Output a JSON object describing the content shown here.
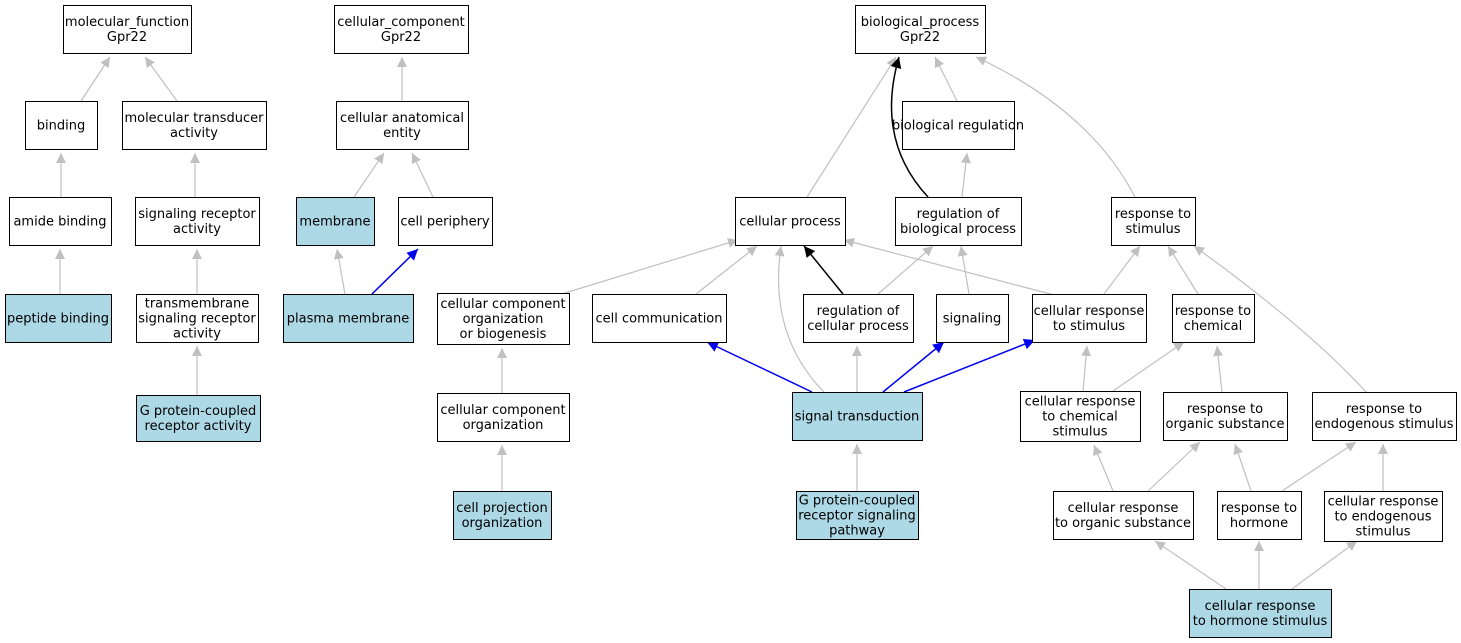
{
  "colors": {
    "highlight_fill": "#add8e6",
    "default_fill": "#ffffff",
    "edge_gray": "#c0c0c0",
    "edge_black": "#000000",
    "edge_blue": "#0000ee"
  },
  "nodes": [
    {
      "id": "mf_root",
      "lines": [
        "molecular_function",
        "Gpr22"
      ],
      "highlighted": false
    },
    {
      "id": "binding",
      "lines": [
        "binding"
      ],
      "highlighted": false
    },
    {
      "id": "mol_transducer",
      "lines": [
        "molecular transducer",
        "activity"
      ],
      "highlighted": false
    },
    {
      "id": "amide_binding",
      "lines": [
        "amide binding"
      ],
      "highlighted": false
    },
    {
      "id": "sig_receptor",
      "lines": [
        "signaling receptor",
        "activity"
      ],
      "highlighted": false
    },
    {
      "id": "peptide_binding",
      "lines": [
        "peptide binding"
      ],
      "highlighted": true
    },
    {
      "id": "tm_sig_receptor",
      "lines": [
        "transmembrane",
        "signaling receptor",
        "activity"
      ],
      "highlighted": false
    },
    {
      "id": "gpcr_activity",
      "lines": [
        "G protein-coupled",
        "receptor activity"
      ],
      "highlighted": true
    },
    {
      "id": "cc_root",
      "lines": [
        "cellular_component",
        "Gpr22"
      ],
      "highlighted": false
    },
    {
      "id": "anat_entity",
      "lines": [
        "cellular anatomical",
        "entity"
      ],
      "highlighted": false
    },
    {
      "id": "membrane",
      "lines": [
        "membrane"
      ],
      "highlighted": true
    },
    {
      "id": "cell_periphery",
      "lines": [
        "cell periphery"
      ],
      "highlighted": false
    },
    {
      "id": "plasma_membrane",
      "lines": [
        "plasma membrane"
      ],
      "highlighted": true
    },
    {
      "id": "bp_root",
      "lines": [
        "biological_process",
        "Gpr22"
      ],
      "highlighted": false
    },
    {
      "id": "bio_regulation",
      "lines": [
        "biological regulation"
      ],
      "highlighted": false
    },
    {
      "id": "cellular_process",
      "lines": [
        "cellular process"
      ],
      "highlighted": false
    },
    {
      "id": "reg_bio_process",
      "lines": [
        "regulation of",
        "biological process"
      ],
      "highlighted": false
    },
    {
      "id": "resp_stimulus",
      "lines": [
        "response to",
        "stimulus"
      ],
      "highlighted": false
    },
    {
      "id": "cc_org_biogen",
      "lines": [
        "cellular component",
        "organization",
        "or biogenesis"
      ],
      "highlighted": false
    },
    {
      "id": "cell_comm",
      "lines": [
        "cell communication"
      ],
      "highlighted": false
    },
    {
      "id": "reg_cell_process",
      "lines": [
        "regulation of",
        "cellular process"
      ],
      "highlighted": false
    },
    {
      "id": "signaling",
      "lines": [
        "signaling"
      ],
      "highlighted": false
    },
    {
      "id": "cell_resp_stim",
      "lines": [
        "cellular response",
        "to stimulus"
      ],
      "highlighted": false
    },
    {
      "id": "resp_chemical",
      "lines": [
        "response to",
        "chemical"
      ],
      "highlighted": false
    },
    {
      "id": "cc_org",
      "lines": [
        "cellular component",
        "organization"
      ],
      "highlighted": false
    },
    {
      "id": "signal_transduction",
      "lines": [
        "signal transduction"
      ],
      "highlighted": true
    },
    {
      "id": "cell_resp_chem",
      "lines": [
        "cellular response",
        "to chemical",
        "stimulus"
      ],
      "highlighted": false
    },
    {
      "id": "resp_organic",
      "lines": [
        "response to",
        "organic substance"
      ],
      "highlighted": false
    },
    {
      "id": "resp_endogenous",
      "lines": [
        "response to",
        "endogenous stimulus"
      ],
      "highlighted": false
    },
    {
      "id": "cell_proj_org",
      "lines": [
        "cell projection",
        "organization"
      ],
      "highlighted": true
    },
    {
      "id": "gpcr_pathway",
      "lines": [
        "G protein-coupled",
        "receptor signaling",
        "pathway"
      ],
      "highlighted": true
    },
    {
      "id": "cell_resp_organic",
      "lines": [
        "cellular response",
        "to organic substance"
      ],
      "highlighted": false
    },
    {
      "id": "resp_hormone",
      "lines": [
        "response to",
        "hormone"
      ],
      "highlighted": false
    },
    {
      "id": "cell_resp_endog",
      "lines": [
        "cellular response",
        "to endogenous",
        "stimulus"
      ],
      "highlighted": false
    },
    {
      "id": "cell_resp_hormone",
      "lines": [
        "cellular response",
        "to hormone stimulus"
      ],
      "highlighted": true
    }
  ],
  "edges": [
    {
      "from": "binding",
      "to": "mf_root",
      "kind": "is_a"
    },
    {
      "from": "mol_transducer",
      "to": "mf_root",
      "kind": "is_a"
    },
    {
      "from": "amide_binding",
      "to": "binding",
      "kind": "is_a"
    },
    {
      "from": "sig_receptor",
      "to": "mol_transducer",
      "kind": "is_a"
    },
    {
      "from": "peptide_binding",
      "to": "amide_binding",
      "kind": "is_a"
    },
    {
      "from": "tm_sig_receptor",
      "to": "sig_receptor",
      "kind": "is_a"
    },
    {
      "from": "gpcr_activity",
      "to": "tm_sig_receptor",
      "kind": "is_a"
    },
    {
      "from": "anat_entity",
      "to": "cc_root",
      "kind": "is_a"
    },
    {
      "from": "membrane",
      "to": "anat_entity",
      "kind": "is_a"
    },
    {
      "from": "cell_periphery",
      "to": "anat_entity",
      "kind": "is_a"
    },
    {
      "from": "plasma_membrane",
      "to": "membrane",
      "kind": "is_a"
    },
    {
      "from": "plasma_membrane",
      "to": "cell_periphery",
      "kind": "part_of"
    },
    {
      "from": "cellular_process",
      "to": "bp_root",
      "kind": "is_a"
    },
    {
      "from": "reg_bio_process",
      "to": "bp_root",
      "kind": "regulates"
    },
    {
      "from": "bio_regulation",
      "to": "bp_root",
      "kind": "is_a"
    },
    {
      "from": "resp_stimulus",
      "to": "bp_root",
      "kind": "is_a"
    },
    {
      "from": "reg_bio_process",
      "to": "bio_regulation",
      "kind": "is_a"
    },
    {
      "from": "cc_org_biogen",
      "to": "cellular_process",
      "kind": "is_a"
    },
    {
      "from": "cell_comm",
      "to": "cellular_process",
      "kind": "is_a"
    },
    {
      "from": "signal_transduction",
      "to": "cellular_process",
      "kind": "is_a"
    },
    {
      "from": "reg_cell_process",
      "to": "cellular_process",
      "kind": "regulates"
    },
    {
      "from": "cell_resp_stim",
      "to": "cellular_process",
      "kind": "is_a"
    },
    {
      "from": "reg_cell_process",
      "to": "reg_bio_process",
      "kind": "is_a"
    },
    {
      "from": "signaling",
      "to": "reg_bio_process",
      "kind": "is_a"
    },
    {
      "from": "cell_resp_stim",
      "to": "resp_stimulus",
      "kind": "is_a"
    },
    {
      "from": "resp_chemical",
      "to": "resp_stimulus",
      "kind": "is_a"
    },
    {
      "from": "resp_endogenous",
      "to": "resp_stimulus",
      "kind": "is_a"
    },
    {
      "from": "cc_org",
      "to": "cc_org_biogen",
      "kind": "is_a"
    },
    {
      "from": "cell_proj_org",
      "to": "cc_org",
      "kind": "is_a"
    },
    {
      "from": "signal_transduction",
      "to": "cell_comm",
      "kind": "part_of"
    },
    {
      "from": "signal_transduction",
      "to": "reg_cell_process",
      "kind": "is_a"
    },
    {
      "from": "signal_transduction",
      "to": "signaling",
      "kind": "part_of"
    },
    {
      "from": "signal_transduction",
      "to": "cell_resp_stim",
      "kind": "part_of"
    },
    {
      "from": "gpcr_pathway",
      "to": "signal_transduction",
      "kind": "is_a"
    },
    {
      "from": "cell_resp_chem",
      "to": "cell_resp_stim",
      "kind": "is_a"
    },
    {
      "from": "cell_resp_chem",
      "to": "resp_chemical",
      "kind": "is_a"
    },
    {
      "from": "resp_organic",
      "to": "resp_chemical",
      "kind": "is_a"
    },
    {
      "from": "cell_resp_organic",
      "to": "cell_resp_chem",
      "kind": "is_a"
    },
    {
      "from": "cell_resp_organic",
      "to": "resp_organic",
      "kind": "is_a"
    },
    {
      "from": "resp_hormone",
      "to": "resp_organic",
      "kind": "is_a"
    },
    {
      "from": "resp_hormone",
      "to": "resp_endogenous",
      "kind": "is_a"
    },
    {
      "from": "cell_resp_endog",
      "to": "resp_endogenous",
      "kind": "is_a"
    },
    {
      "from": "cell_resp_hormone",
      "to": "cell_resp_organic",
      "kind": "is_a"
    },
    {
      "from": "cell_resp_hormone",
      "to": "resp_hormone",
      "kind": "is_a"
    },
    {
      "from": "cell_resp_hormone",
      "to": "cell_resp_endog",
      "kind": "is_a"
    }
  ]
}
